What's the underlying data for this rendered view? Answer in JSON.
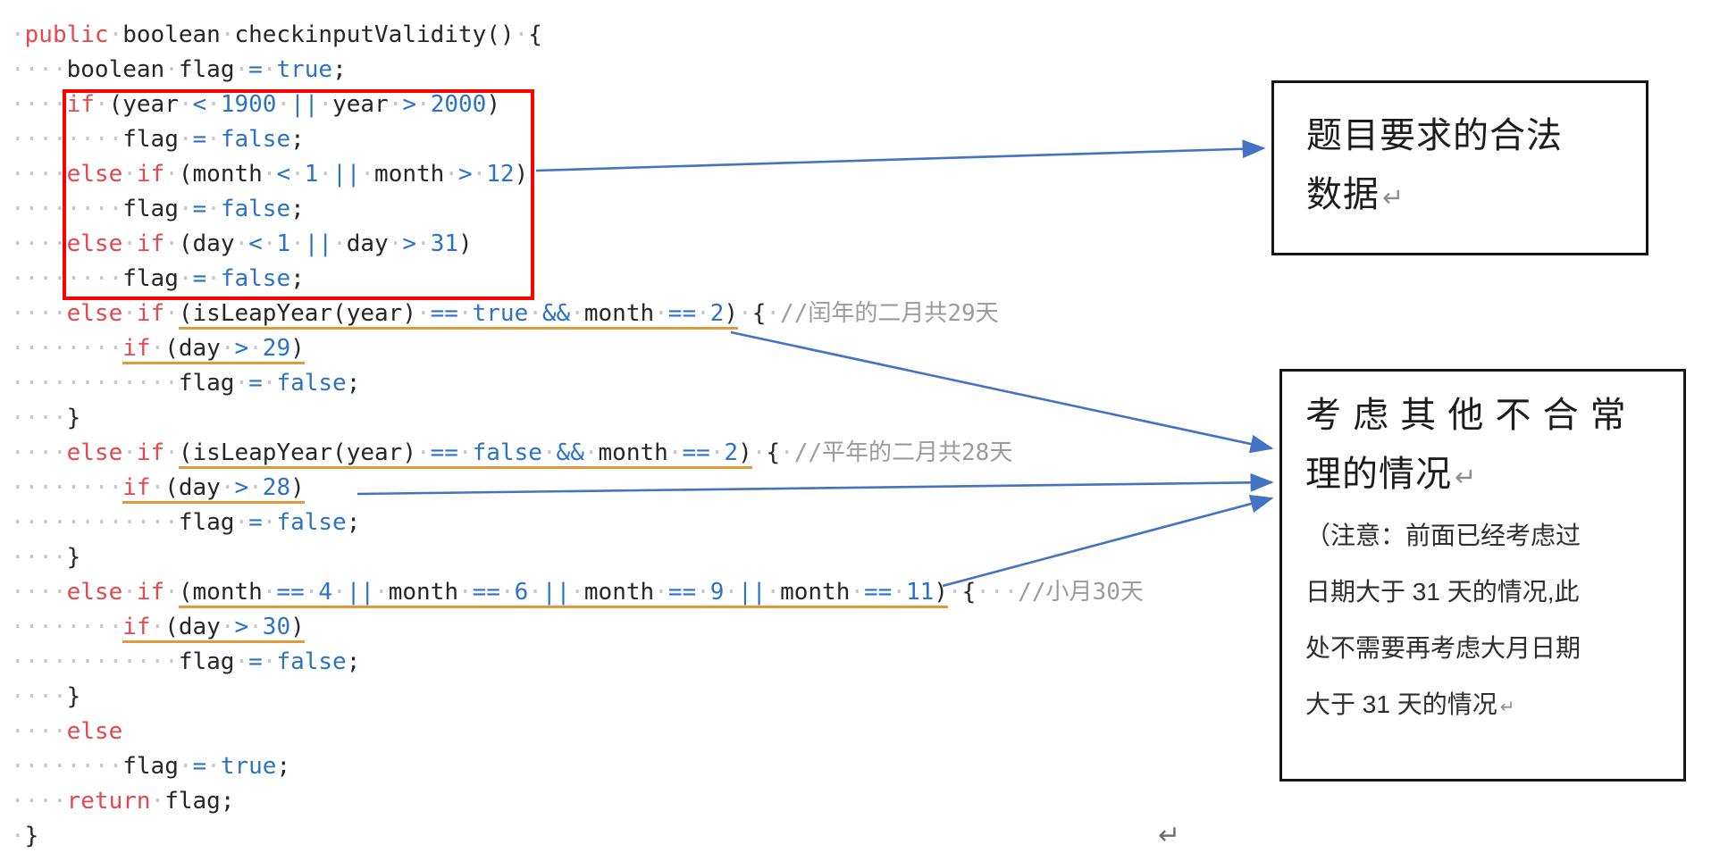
{
  "colors": {
    "kw": "#e5484d",
    "plain": "#262626",
    "val": "#2b72c8",
    "ws": "#c6c6c6",
    "cm": "#9b9b9b",
    "ul": "#e09a3c",
    "redbox": "#fe0000",
    "arrow": "#4472c4",
    "border": "#151515"
  },
  "code": {
    "lines": [
      [
        [
          "w",
          "·"
        ],
        [
          "k",
          "public"
        ],
        [
          "w",
          "·"
        ],
        [
          "p",
          "boolean"
        ],
        [
          "w",
          "·"
        ],
        [
          "p",
          "checkinputValidity()"
        ],
        [
          "w",
          "·"
        ],
        [
          "p",
          "{"
        ]
      ],
      [
        [
          "w",
          "····"
        ],
        [
          "p",
          "boolean"
        ],
        [
          "w",
          "·"
        ],
        [
          "p",
          "flag"
        ],
        [
          "w",
          "·"
        ],
        [
          "v",
          "="
        ],
        [
          "w",
          "·"
        ],
        [
          "v",
          "true"
        ],
        [
          "p",
          ";"
        ]
      ],
      [
        [
          "w",
          "····"
        ],
        [
          "k",
          "if"
        ],
        [
          "w",
          "·"
        ],
        [
          "p",
          "(year"
        ],
        [
          "w",
          "·"
        ],
        [
          "v",
          "<"
        ],
        [
          "w",
          "·"
        ],
        [
          "v",
          "1900"
        ],
        [
          "w",
          "·"
        ],
        [
          "v",
          "||"
        ],
        [
          "w",
          "·"
        ],
        [
          "p",
          "year"
        ],
        [
          "w",
          "·"
        ],
        [
          "v",
          ">"
        ],
        [
          "w",
          "·"
        ],
        [
          "v",
          "2000"
        ],
        [
          "p",
          ")"
        ]
      ],
      [
        [
          "w",
          "········"
        ],
        [
          "p",
          "flag"
        ],
        [
          "w",
          "·"
        ],
        [
          "v",
          "="
        ],
        [
          "w",
          "·"
        ],
        [
          "v",
          "false"
        ],
        [
          "p",
          ";"
        ]
      ],
      [
        [
          "w",
          "····"
        ],
        [
          "k",
          "else"
        ],
        [
          "w",
          "·"
        ],
        [
          "k",
          "if"
        ],
        [
          "w",
          "·"
        ],
        [
          "p",
          "(month"
        ],
        [
          "w",
          "·"
        ],
        [
          "v",
          "<"
        ],
        [
          "w",
          "·"
        ],
        [
          "v",
          "1"
        ],
        [
          "w",
          "·"
        ],
        [
          "v",
          "||"
        ],
        [
          "w",
          "·"
        ],
        [
          "p",
          "month"
        ],
        [
          "w",
          "·"
        ],
        [
          "v",
          ">"
        ],
        [
          "w",
          "·"
        ],
        [
          "v",
          "12"
        ],
        [
          "p",
          ")"
        ]
      ],
      [
        [
          "w",
          "········"
        ],
        [
          "p",
          "flag"
        ],
        [
          "w",
          "·"
        ],
        [
          "v",
          "="
        ],
        [
          "w",
          "·"
        ],
        [
          "v",
          "false"
        ],
        [
          "p",
          ";"
        ]
      ],
      [
        [
          "w",
          "····"
        ],
        [
          "k",
          "else"
        ],
        [
          "w",
          "·"
        ],
        [
          "k",
          "if"
        ],
        [
          "w",
          "·"
        ],
        [
          "p",
          "(day"
        ],
        [
          "w",
          "·"
        ],
        [
          "v",
          "<"
        ],
        [
          "w",
          "·"
        ],
        [
          "v",
          "1"
        ],
        [
          "w",
          "·"
        ],
        [
          "v",
          "||"
        ],
        [
          "w",
          "·"
        ],
        [
          "p",
          "day"
        ],
        [
          "w",
          "·"
        ],
        [
          "v",
          ">"
        ],
        [
          "w",
          "·"
        ],
        [
          "v",
          "31"
        ],
        [
          "p",
          ")"
        ]
      ],
      [
        [
          "w",
          "········"
        ],
        [
          "p",
          "flag"
        ],
        [
          "w",
          "·"
        ],
        [
          "v",
          "="
        ],
        [
          "w",
          "·"
        ],
        [
          "v",
          "false"
        ],
        [
          "p",
          ";"
        ]
      ],
      [
        [
          "w",
          "····"
        ],
        [
          "k",
          "else"
        ],
        [
          "w",
          "·"
        ],
        [
          "k",
          "if"
        ],
        [
          "w",
          "·"
        ],
        [
          "p u",
          "(isLeapYear(year)"
        ],
        [
          "w u",
          "·"
        ],
        [
          "v u",
          "=="
        ],
        [
          "w u",
          "·"
        ],
        [
          "v u",
          "true"
        ],
        [
          "w u",
          "·"
        ],
        [
          "v u",
          "&&"
        ],
        [
          "w u",
          "·"
        ],
        [
          "p u",
          "month"
        ],
        [
          "w u",
          "·"
        ],
        [
          "v u",
          "=="
        ],
        [
          "w u",
          "·"
        ],
        [
          "v u",
          "2"
        ],
        [
          "p u",
          ")"
        ],
        [
          "w",
          "·"
        ],
        [
          "p",
          "{"
        ],
        [
          "w",
          "·"
        ],
        [
          "c",
          "//闰年的二月共29天"
        ]
      ],
      [
        [
          "w",
          "········"
        ],
        [
          "k u",
          "if"
        ],
        [
          "w u",
          "·"
        ],
        [
          "p u",
          "(day"
        ],
        [
          "w u",
          "·"
        ],
        [
          "v u",
          ">"
        ],
        [
          "w u",
          "·"
        ],
        [
          "v u",
          "29"
        ],
        [
          "p u",
          ")"
        ]
      ],
      [
        [
          "w",
          "············"
        ],
        [
          "p",
          "flag"
        ],
        [
          "w",
          "·"
        ],
        [
          "v",
          "="
        ],
        [
          "w",
          "·"
        ],
        [
          "v",
          "false"
        ],
        [
          "p",
          ";"
        ]
      ],
      [
        [
          "w",
          "····"
        ],
        [
          "p",
          "}"
        ]
      ],
      [
        [
          "w",
          "····"
        ],
        [
          "k",
          "else"
        ],
        [
          "w",
          "·"
        ],
        [
          "k",
          "if"
        ],
        [
          "w",
          "·"
        ],
        [
          "p u",
          "(isLeapYear(year)"
        ],
        [
          "w u",
          "·"
        ],
        [
          "v u",
          "=="
        ],
        [
          "w u",
          "·"
        ],
        [
          "v u",
          "false"
        ],
        [
          "w u",
          "·"
        ],
        [
          "v u",
          "&&"
        ],
        [
          "w u",
          "·"
        ],
        [
          "p u",
          "month"
        ],
        [
          "w u",
          "·"
        ],
        [
          "v u",
          "=="
        ],
        [
          "w u",
          "·"
        ],
        [
          "v u",
          "2"
        ],
        [
          "p u",
          ")"
        ],
        [
          "w",
          "·"
        ],
        [
          "p",
          "{"
        ],
        [
          "w",
          "·"
        ],
        [
          "c",
          "//平年的二月共28天"
        ]
      ],
      [
        [
          "w",
          "········"
        ],
        [
          "k u",
          "if"
        ],
        [
          "w u",
          "·"
        ],
        [
          "p u",
          "(day"
        ],
        [
          "w u",
          "·"
        ],
        [
          "v u",
          ">"
        ],
        [
          "w u",
          "·"
        ],
        [
          "v u",
          "28"
        ],
        [
          "p u",
          ")"
        ]
      ],
      [
        [
          "w",
          "············"
        ],
        [
          "p",
          "flag"
        ],
        [
          "w",
          "·"
        ],
        [
          "v",
          "="
        ],
        [
          "w",
          "·"
        ],
        [
          "v",
          "false"
        ],
        [
          "p",
          ";"
        ]
      ],
      [
        [
          "w",
          "····"
        ],
        [
          "p",
          "}"
        ]
      ],
      [
        [
          "w",
          "····"
        ],
        [
          "k",
          "else"
        ],
        [
          "w",
          "·"
        ],
        [
          "k",
          "if"
        ],
        [
          "w",
          "·"
        ],
        [
          "p u",
          "(month"
        ],
        [
          "w u",
          "·"
        ],
        [
          "v u",
          "=="
        ],
        [
          "w u",
          "·"
        ],
        [
          "v u",
          "4"
        ],
        [
          "w u",
          "·"
        ],
        [
          "v u",
          "||"
        ],
        [
          "w u",
          "·"
        ],
        [
          "p u",
          "month"
        ],
        [
          "w u",
          "·"
        ],
        [
          "v u",
          "=="
        ],
        [
          "w u",
          "·"
        ],
        [
          "v u",
          "6"
        ],
        [
          "w u",
          "·"
        ],
        [
          "v u",
          "||"
        ],
        [
          "w u",
          "·"
        ],
        [
          "p u",
          "month"
        ],
        [
          "w u",
          "·"
        ],
        [
          "v u",
          "=="
        ],
        [
          "w u",
          "·"
        ],
        [
          "v u",
          "9"
        ],
        [
          "w u",
          "·"
        ],
        [
          "v u",
          "||"
        ],
        [
          "w u",
          "·"
        ],
        [
          "p u",
          "month"
        ],
        [
          "w u",
          "·"
        ],
        [
          "v u",
          "=="
        ],
        [
          "w u",
          "·"
        ],
        [
          "v u",
          "11"
        ],
        [
          "p u",
          ")"
        ],
        [
          "w",
          "·"
        ],
        [
          "p",
          "{"
        ],
        [
          "w",
          "···"
        ],
        [
          "c",
          "//小月30天"
        ]
      ],
      [
        [
          "w",
          "········"
        ],
        [
          "k u",
          "if"
        ],
        [
          "w u",
          "·"
        ],
        [
          "p u",
          "(day"
        ],
        [
          "w u",
          "·"
        ],
        [
          "v u",
          ">"
        ],
        [
          "w u",
          "·"
        ],
        [
          "v u",
          "30"
        ],
        [
          "p u",
          ")"
        ]
      ],
      [
        [
          "w",
          "············"
        ],
        [
          "p",
          "flag"
        ],
        [
          "w",
          "·"
        ],
        [
          "v",
          "="
        ],
        [
          "w",
          "·"
        ],
        [
          "v",
          "false"
        ],
        [
          "p",
          ";"
        ]
      ],
      [
        [
          "w",
          "····"
        ],
        [
          "p",
          "}"
        ]
      ],
      [
        [
          "w",
          "····"
        ],
        [
          "k",
          "else"
        ]
      ],
      [
        [
          "w",
          "········"
        ],
        [
          "p",
          "flag"
        ],
        [
          "w",
          "·"
        ],
        [
          "v",
          "="
        ],
        [
          "w",
          "·"
        ],
        [
          "v",
          "true"
        ],
        [
          "p",
          ";"
        ]
      ],
      [
        [
          "w",
          "····"
        ],
        [
          "k",
          "return"
        ],
        [
          "w",
          "·"
        ],
        [
          "p",
          "flag;"
        ]
      ],
      [
        [
          "w",
          "·"
        ],
        [
          "p",
          "}"
        ]
      ]
    ]
  },
  "annotations": {
    "box1": {
      "lines": [
        {
          "text": "题目要求的合法",
          "cls": "big"
        },
        {
          "text": "数据",
          "mark": "↵",
          "cls": "big"
        }
      ]
    },
    "box2": {
      "lines": [
        {
          "text": "考 虑 其 他 不 合 常",
          "cls": "big"
        },
        {
          "text": "理的情况",
          "mark": "↵",
          "cls": "big"
        },
        {
          "text": "（注意：前面已经考虑过",
          "cls": "small"
        },
        {
          "text": "日期大于 31 天的情况,此",
          "cls": "small"
        },
        {
          "text": "处不需要再考虑大月日期",
          "cls": "small"
        },
        {
          "text": "大于 31 天的情况",
          "mark": "↵",
          "cls": "small"
        }
      ]
    }
  },
  "footer": {
    "return_mark": "↵"
  }
}
